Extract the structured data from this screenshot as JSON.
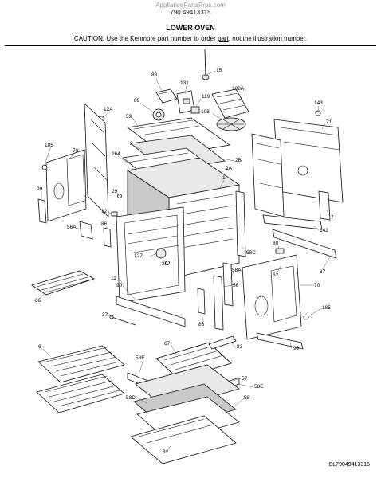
{
  "header": {
    "site": "AppliancePartsPros.com",
    "model": "790.49413315",
    "title": "LOWER OVEN",
    "caution_pre": "CAUTION: Use the Kenmore part number to order ",
    "caution_link": "part",
    "caution_post": ", not the illustration number."
  },
  "callouts": [
    "15",
    "88",
    "131",
    "108A",
    "119",
    "89",
    "108",
    "143",
    "12A",
    "59",
    "71",
    "185",
    "70",
    "2",
    "2B",
    "2A",
    "264",
    "1",
    "99",
    "29",
    "12",
    "7",
    "56A",
    "86",
    "142",
    "80",
    "29",
    "127",
    "62",
    "58C",
    "87",
    "11",
    "58A",
    "66",
    "90",
    "56",
    "70",
    "37",
    "86",
    "185",
    "6",
    "67",
    "83",
    "58E",
    "99",
    "57",
    "58E",
    "58D",
    "58",
    "82"
  ],
  "footer": {
    "code": "BL79049413315"
  }
}
